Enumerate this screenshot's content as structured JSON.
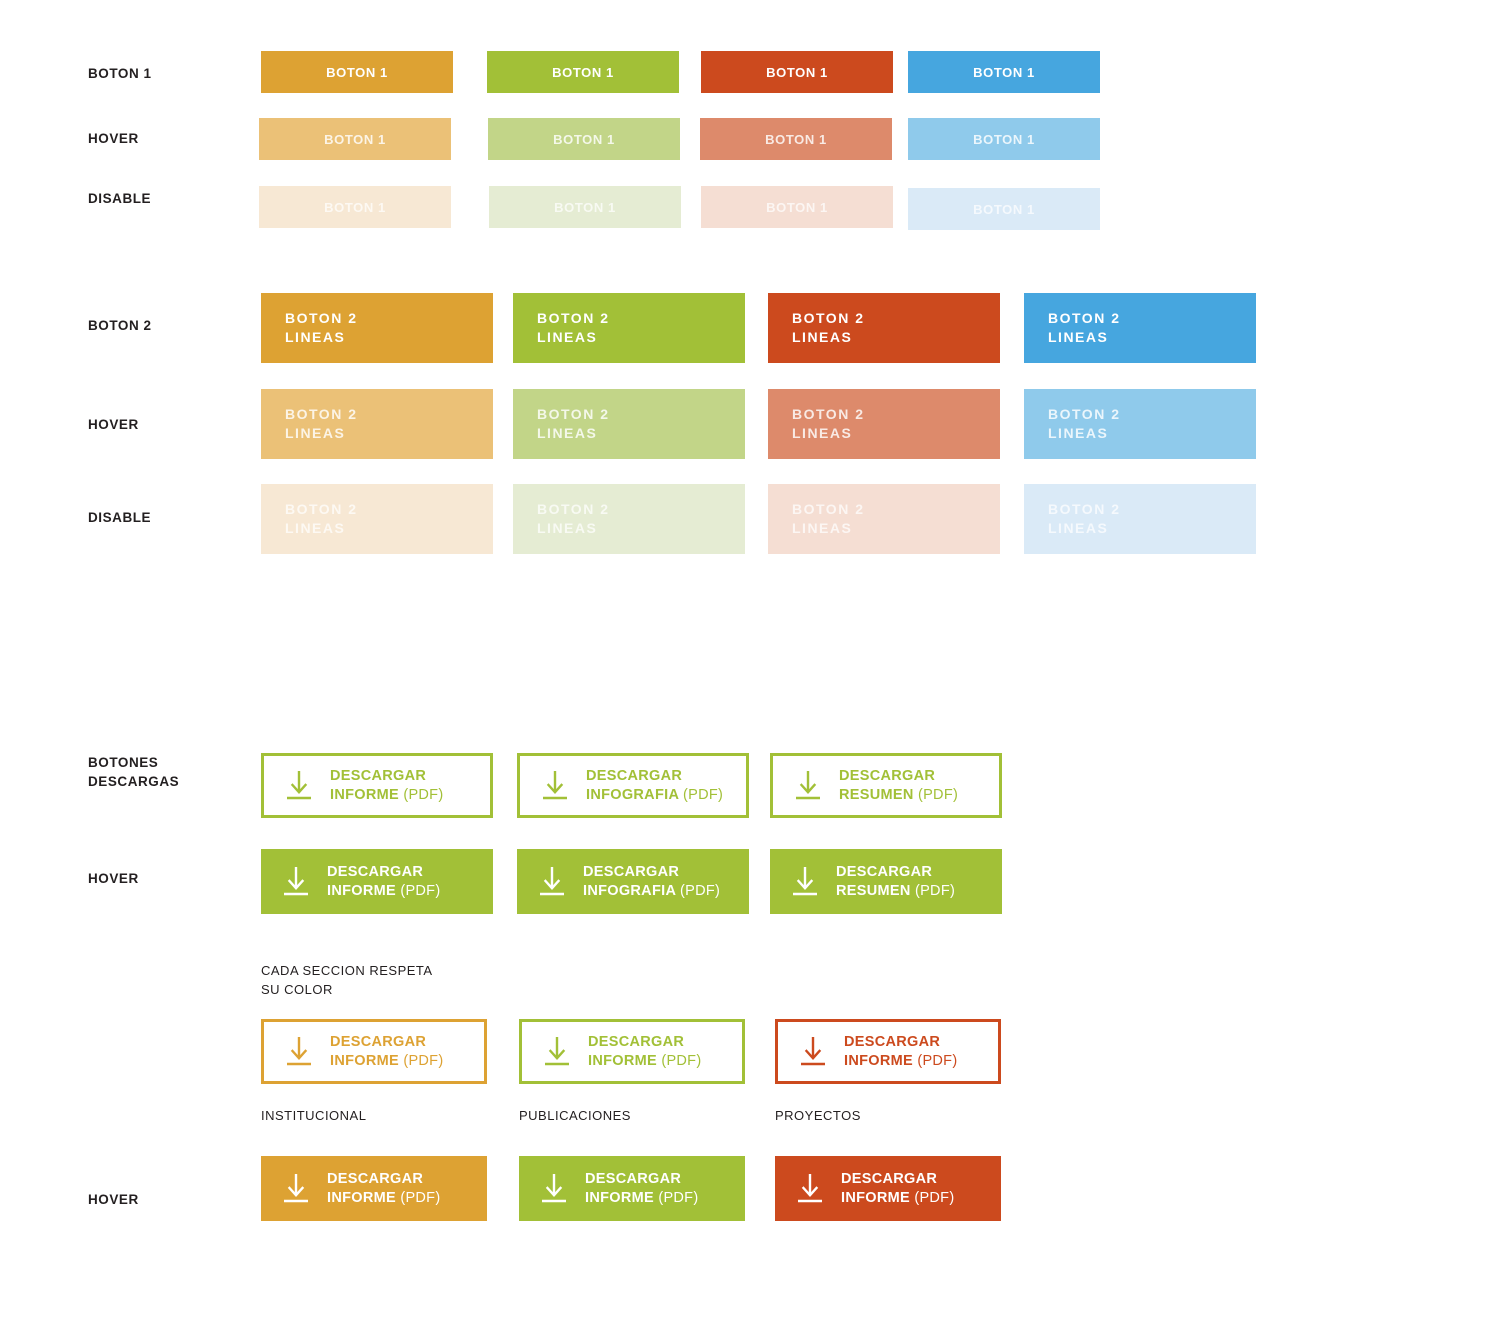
{
  "palette": {
    "orange": "#dda233",
    "orange_hover": "#ebc177",
    "orange_dis": "#f7e8d4",
    "green": "#a2c037",
    "green_hover": "#c2d588",
    "green_dis": "#e5ecd3",
    "red": "#cc4a1e",
    "red_hover": "#dd8a6b",
    "red_dis": "#f5ded3",
    "blue": "#46a6df",
    "blue_hover": "#8fcaeb",
    "blue_dis": "#daeaf7",
    "white": "#ffffff",
    "ink": "#231f20"
  },
  "icons": {
    "download": "download-arrow-icon"
  },
  "sections": {
    "boton1": {
      "rows": [
        {
          "label": "BOTON 1",
          "state": "default"
        },
        {
          "label": "HOVER",
          "state": "hover"
        },
        {
          "label": "DISABLE",
          "state": "disable"
        }
      ],
      "button_label": "BOTON 1",
      "columns": [
        "orange",
        "green",
        "red",
        "blue"
      ]
    },
    "boton2": {
      "rows": [
        {
          "label": "BOTON 2",
          "state": "default"
        },
        {
          "label": "HOVER",
          "state": "hover"
        },
        {
          "label": "DISABLE",
          "state": "disable"
        }
      ],
      "button_label": "BOTON 2\nLINEAS",
      "columns": [
        "orange",
        "green",
        "red",
        "blue"
      ]
    },
    "descargas": {
      "rows": [
        {
          "label": "BOTONES\nDESCARGAS",
          "state": "default"
        },
        {
          "label": "HOVER",
          "state": "hover"
        }
      ],
      "buttons": [
        {
          "strong": "DESCARGAR",
          "word": "INFORME",
          "suffix": "(PDF)"
        },
        {
          "strong": "DESCARGAR",
          "word": "INFOGRAFIA",
          "suffix": "(PDF)"
        },
        {
          "strong": "DESCARGAR",
          "word": "RESUMEN",
          "suffix": "(PDF)"
        }
      ]
    },
    "secciones": {
      "note": "CADA SECCION RESPETA\nSU COLOR",
      "hover_label": "HOVER",
      "items": [
        {
          "caption": "INSTITUCIONAL",
          "color_key": "orange",
          "strong": "DESCARGAR",
          "word": "INFORME",
          "suffix": "(PDF)"
        },
        {
          "caption": "PUBLICACIONES",
          "color_key": "green",
          "strong": "DESCARGAR",
          "word": "INFORME",
          "suffix": "(PDF)"
        },
        {
          "caption": "PROYECTOS",
          "color_key": "red",
          "strong": "DESCARGAR",
          "word": "INFORME",
          "suffix": "(PDF)"
        }
      ]
    }
  }
}
